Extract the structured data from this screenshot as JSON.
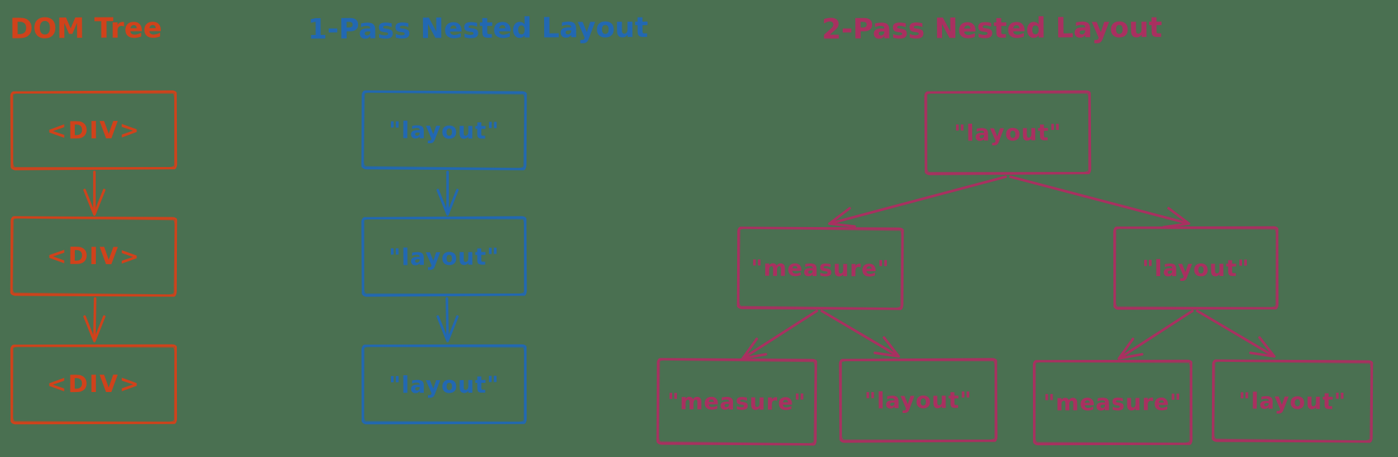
{
  "colors": {
    "background": "#4a7051",
    "orange": "#d0421b",
    "blue": "#2268b2",
    "magenta": "#a93060"
  },
  "diagrams": [
    {
      "title": "DOM Tree",
      "color": "#d0421b",
      "nodes": [
        {
          "label": "<DIV>"
        },
        {
          "label": "<DIV>"
        },
        {
          "label": "<DIV>"
        }
      ]
    },
    {
      "title": "1-Pass Nested Layout",
      "color": "#2268b2",
      "nodes": [
        {
          "label": "\"layout\""
        },
        {
          "label": "\"layout\""
        },
        {
          "label": "\"layout\""
        }
      ]
    },
    {
      "title": "2-Pass Nested Layout",
      "color": "#a93060",
      "nodes": [
        {
          "label": "\"layout\""
        },
        {
          "label": "\"measure\""
        },
        {
          "label": "\"layout\""
        },
        {
          "label": "\"measure\""
        },
        {
          "label": "\"layout\""
        },
        {
          "label": "\"measure\""
        },
        {
          "label": "\"layout\""
        }
      ]
    }
  ]
}
